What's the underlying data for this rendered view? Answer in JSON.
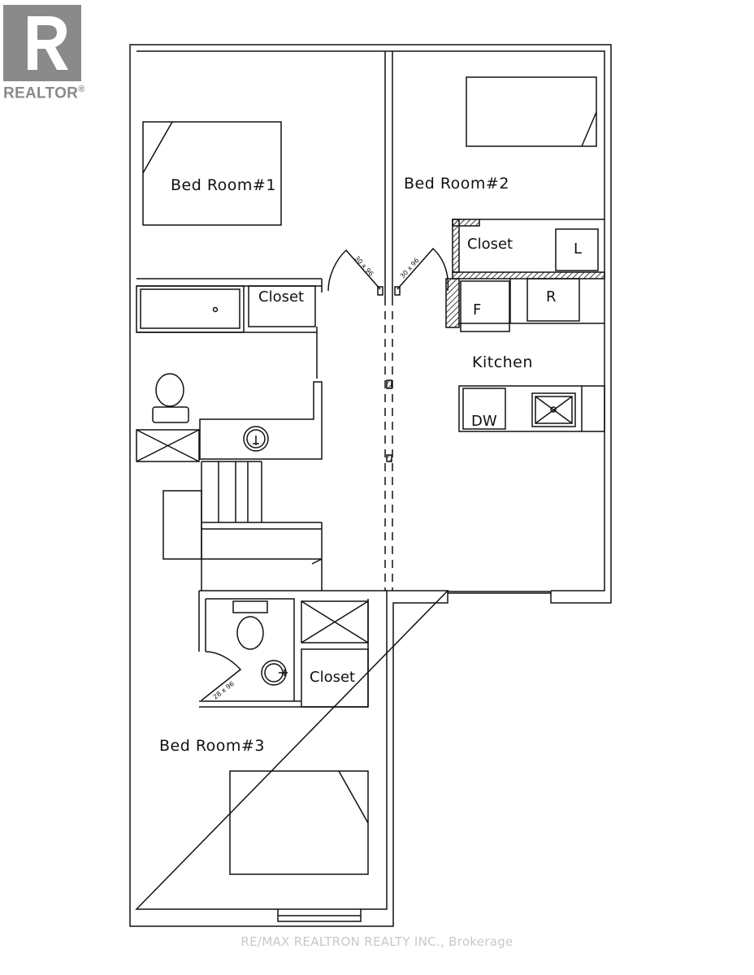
{
  "logo": {
    "text": "REALTOR",
    "mark": "®",
    "color": "#8a8a8a",
    "icon": "realtor-r-logo"
  },
  "rooms": {
    "bedroom1": "Bed Room#1",
    "bedroom2": "Bed Room#2",
    "bedroom3": "Bed Room#3",
    "kitchen": "Kitchen"
  },
  "fixtures": {
    "closet_bedroom2": "Closet",
    "closet_bath": "Closet",
    "closet_bedroom3": "Closet",
    "laundry": "L",
    "freezer": "F",
    "refrigerator": "R",
    "dishwasher": "DW"
  },
  "doors": {
    "door_bedroom1": "30 x 96",
    "door_bedroom2": "30 x 96",
    "door_bath3": "28 x 96"
  },
  "watermark": "RE/MAX REALTRON REALTY INC., Brokerage"
}
